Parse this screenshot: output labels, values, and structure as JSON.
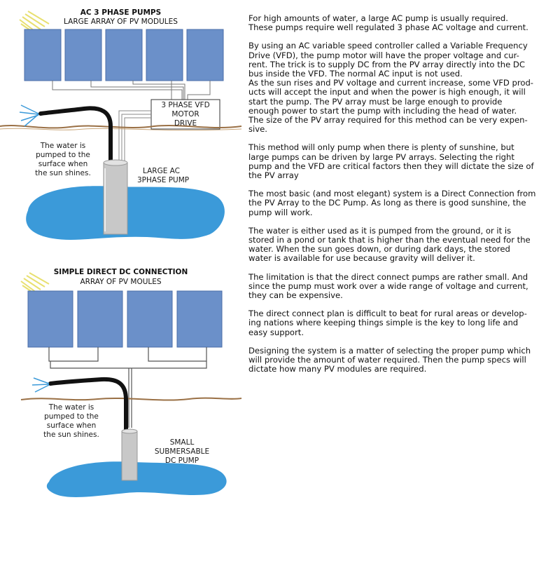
{
  "ac_diagram": {
    "title": "AC 3 PHASE PUMPS",
    "subtitle": "LARGE ARRAY OF PV MODULES",
    "vfd_label_lines": [
      "3 PHASE VFD",
      "MOTOR",
      "DRIVE"
    ],
    "water_note_lines": [
      "The water is",
      "pumped to the",
      "surface when",
      "the sun shines."
    ],
    "pump_label_lines": [
      "LARGE AC",
      "3PHASE PUMP"
    ]
  },
  "dc_diagram": {
    "title": "SIMPLE DIRECT DC CONNECTION",
    "subtitle": "ARRAY OF PV MOULES",
    "water_note_lines": [
      "The water is",
      "pumped to the",
      "surface when",
      "the sun shines."
    ],
    "pump_label_lines": [
      "SMALL",
      "SUBMERSABLE",
      "DC PUMP"
    ]
  },
  "colors": {
    "panel": "#6b90c9",
    "panel_border": "#4b6ea8",
    "water": "#3b9ad9",
    "ground": "#9a7045",
    "pump": "#c8c8c8",
    "sun": "#e8e070"
  },
  "paragraphs": [
    [
      "For high amounts of water, a large AC pump is usually required.",
      "These pumps require well regulated 3 phase AC voltage and current."
    ],
    [
      "By using an AC variable speed controller called a Variable Frequency",
      "Drive (VFD), the pump motor will have the proper voltage and cur-",
      "rent. The trick is to supply DC from the PV array directly into the DC",
      "bus inside the VFD. The normal AC input is not used.",
      "As the sun rises and PV voltage and current increase, some VFD prod-",
      "ucts will accept the input and when the power is high enough, it will",
      "start the pump. The PV array must be large enough to provide",
      "enough power to start the pump with including the head of water.",
      "The size of the PV array required for this method can be very expen-",
      "sive."
    ],
    [
      "This method will only pump when there is plenty of sunshine, but",
      "large pumps can be driven by large PV arrays. Selecting the right",
      "pump and the VFD are critical factors then they will dictate the size of",
      "the PV array"
    ],
    [
      "The most basic (and most elegant) system is a Direct Connection from",
      "the PV Array to the DC Pump. As long as there is good sunshine, the",
      "pump will work."
    ],
    [
      "The water is either used as it is pumped from the ground, or it is",
      "stored in a pond or tank that is higher than the eventual need for the",
      "water. When the sun goes down, or during dark days, the stored",
      "water is available for use because gravity will deliver it."
    ],
    [
      "The limitation is that the direct connect pumps are rather small. And",
      "since the pump must work over a wide range of voltage and current,",
      "they can be expensive."
    ],
    [
      "The direct connect plan is difficult to beat for rural areas or develop-",
      "ing nations where keeping things simple is the key to long life and",
      "easy support."
    ],
    [
      "Designing the system is a matter of selecting the proper pump which",
      "will provide the amount of water required. Then the pump specs will",
      "dictate how many PV modules are required."
    ]
  ]
}
